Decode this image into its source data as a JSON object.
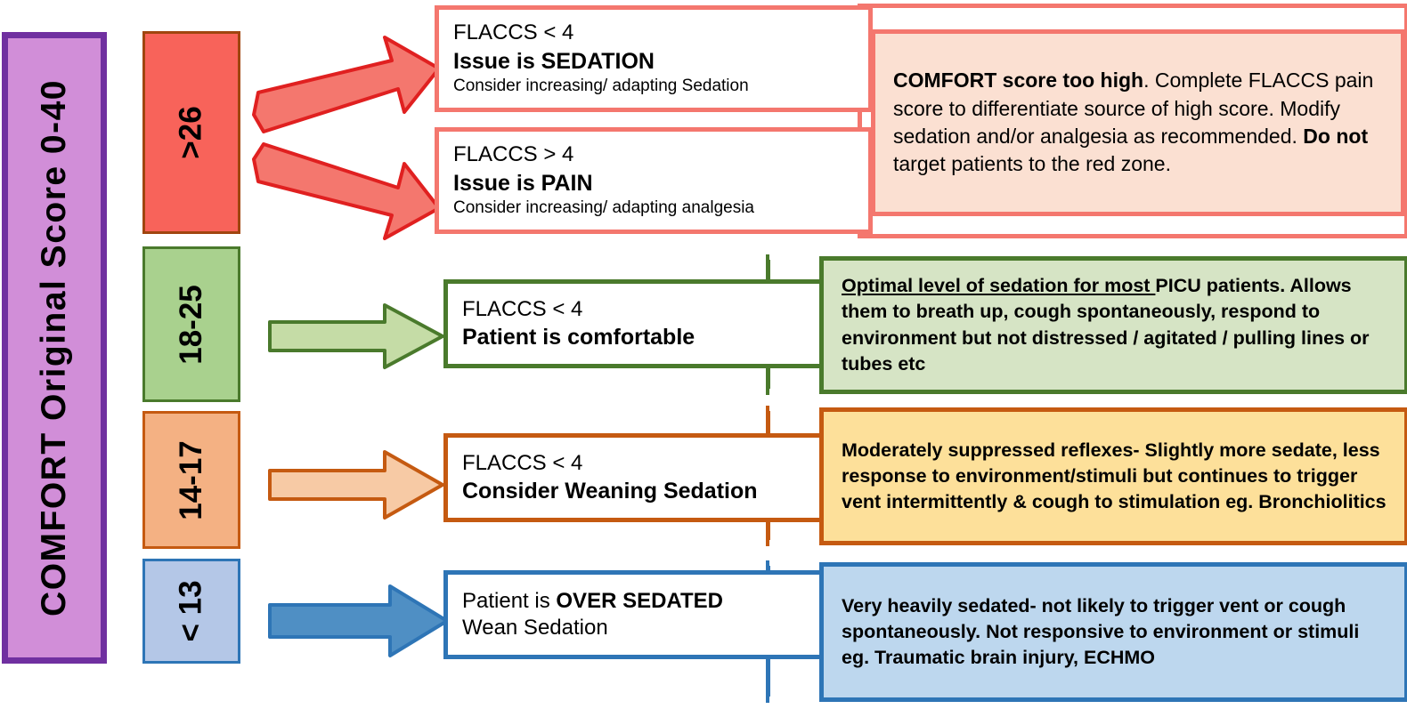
{
  "title_banner": {
    "label": "COMFORT  Original  Score   0-40",
    "fill_color": "#d18ed8",
    "border_color": "#7030a0"
  },
  "score_ranges": [
    {
      "label": ">26",
      "fill_color": "#f8635a",
      "border_color": "#a0450f",
      "zone": "red"
    },
    {
      "label": "18-25",
      "fill_color": "#a9d18e",
      "border_color": "#4a7a2c",
      "zone": "green"
    },
    {
      "label": "14-17",
      "fill_color": "#f4b183",
      "border_color": "#c55a11",
      "zone": "orange"
    },
    {
      "label": "< 13",
      "fill_color": "#b4c7e7",
      "border_color": "#2e75b6",
      "zone": "blue"
    }
  ],
  "outcomes": {
    "sedation": {
      "line1": "FLACCS < 4",
      "line2": "Issue is SEDATION",
      "line3": "Consider increasing/ adapting Sedation",
      "border_color": "#f4776e"
    },
    "pain": {
      "line1": "FLACCS > 4",
      "line2": "Issue is PAIN",
      "line3": "Consider increasing/ adapting analgesia",
      "border_color": "#f4776e"
    },
    "comfortable": {
      "line1": "FLACCS < 4",
      "line2": "Patient is comfortable",
      "border_color": "#4a7a2c"
    },
    "weaning": {
      "line1": "FLACCS < 4",
      "line2": "Consider Weaning Sedation",
      "border_color": "#c55a11"
    },
    "oversedated": {
      "line1_pre": "Patient is ",
      "line1_bold": "OVER SEDATED",
      "line2": "Wean Sedation",
      "border_color": "#2e75b6"
    }
  },
  "descriptions": {
    "red": {
      "bold1": "COMFORT score too high",
      "text1": ". Complete FLACCS pain score to differentiate source of high score. Modify sedation and/or analgesia as recommended. ",
      "bold2": "Do not",
      "text2": " target patients to the red zone.",
      "fill_color": "#fbe0d2",
      "border_color": "#f4776e"
    },
    "green": {
      "underlined": "Optimal level of sedation for most ",
      "text": "PICU patients. Allows them to breath up, cough spontaneously, respond to environment but not distressed / agitated / pulling lines or tubes etc",
      "fill_color": "#d6e4c5",
      "border_color": "#4a7a2c"
    },
    "orange": {
      "text": "Moderately suppressed reflexes- Slightly more sedate, less response to environment/stimuli but continues to trigger vent intermittently & cough to stimulation eg. Bronchiolitics",
      "fill_color": "#fde09a",
      "border_color": "#c55a11"
    },
    "blue": {
      "text": "Very heavily sedated- not likely to trigger vent or cough spontaneously. Not responsive to environment or stimuli eg. Traumatic brain injury, ECHMO",
      "fill_color": "#bdd7ee",
      "border_color": "#2e75b6"
    }
  },
  "arrows": [
    {
      "name": "red-arrow-up",
      "direction": "up-right",
      "fill": "#f4776e",
      "stroke": "#e02020"
    },
    {
      "name": "red-arrow-down",
      "direction": "down-right",
      "fill": "#f4776e",
      "stroke": "#e02020"
    },
    {
      "name": "green-arrow",
      "direction": "right",
      "fill": "#c5dca6",
      "stroke": "#4a7a2c"
    },
    {
      "name": "orange-arrow",
      "direction": "right",
      "fill": "#f7caa5",
      "stroke": "#c55a11"
    },
    {
      "name": "blue-arrow",
      "direction": "right",
      "fill": "#4f8fc4",
      "stroke": "#2e75b6"
    }
  ]
}
